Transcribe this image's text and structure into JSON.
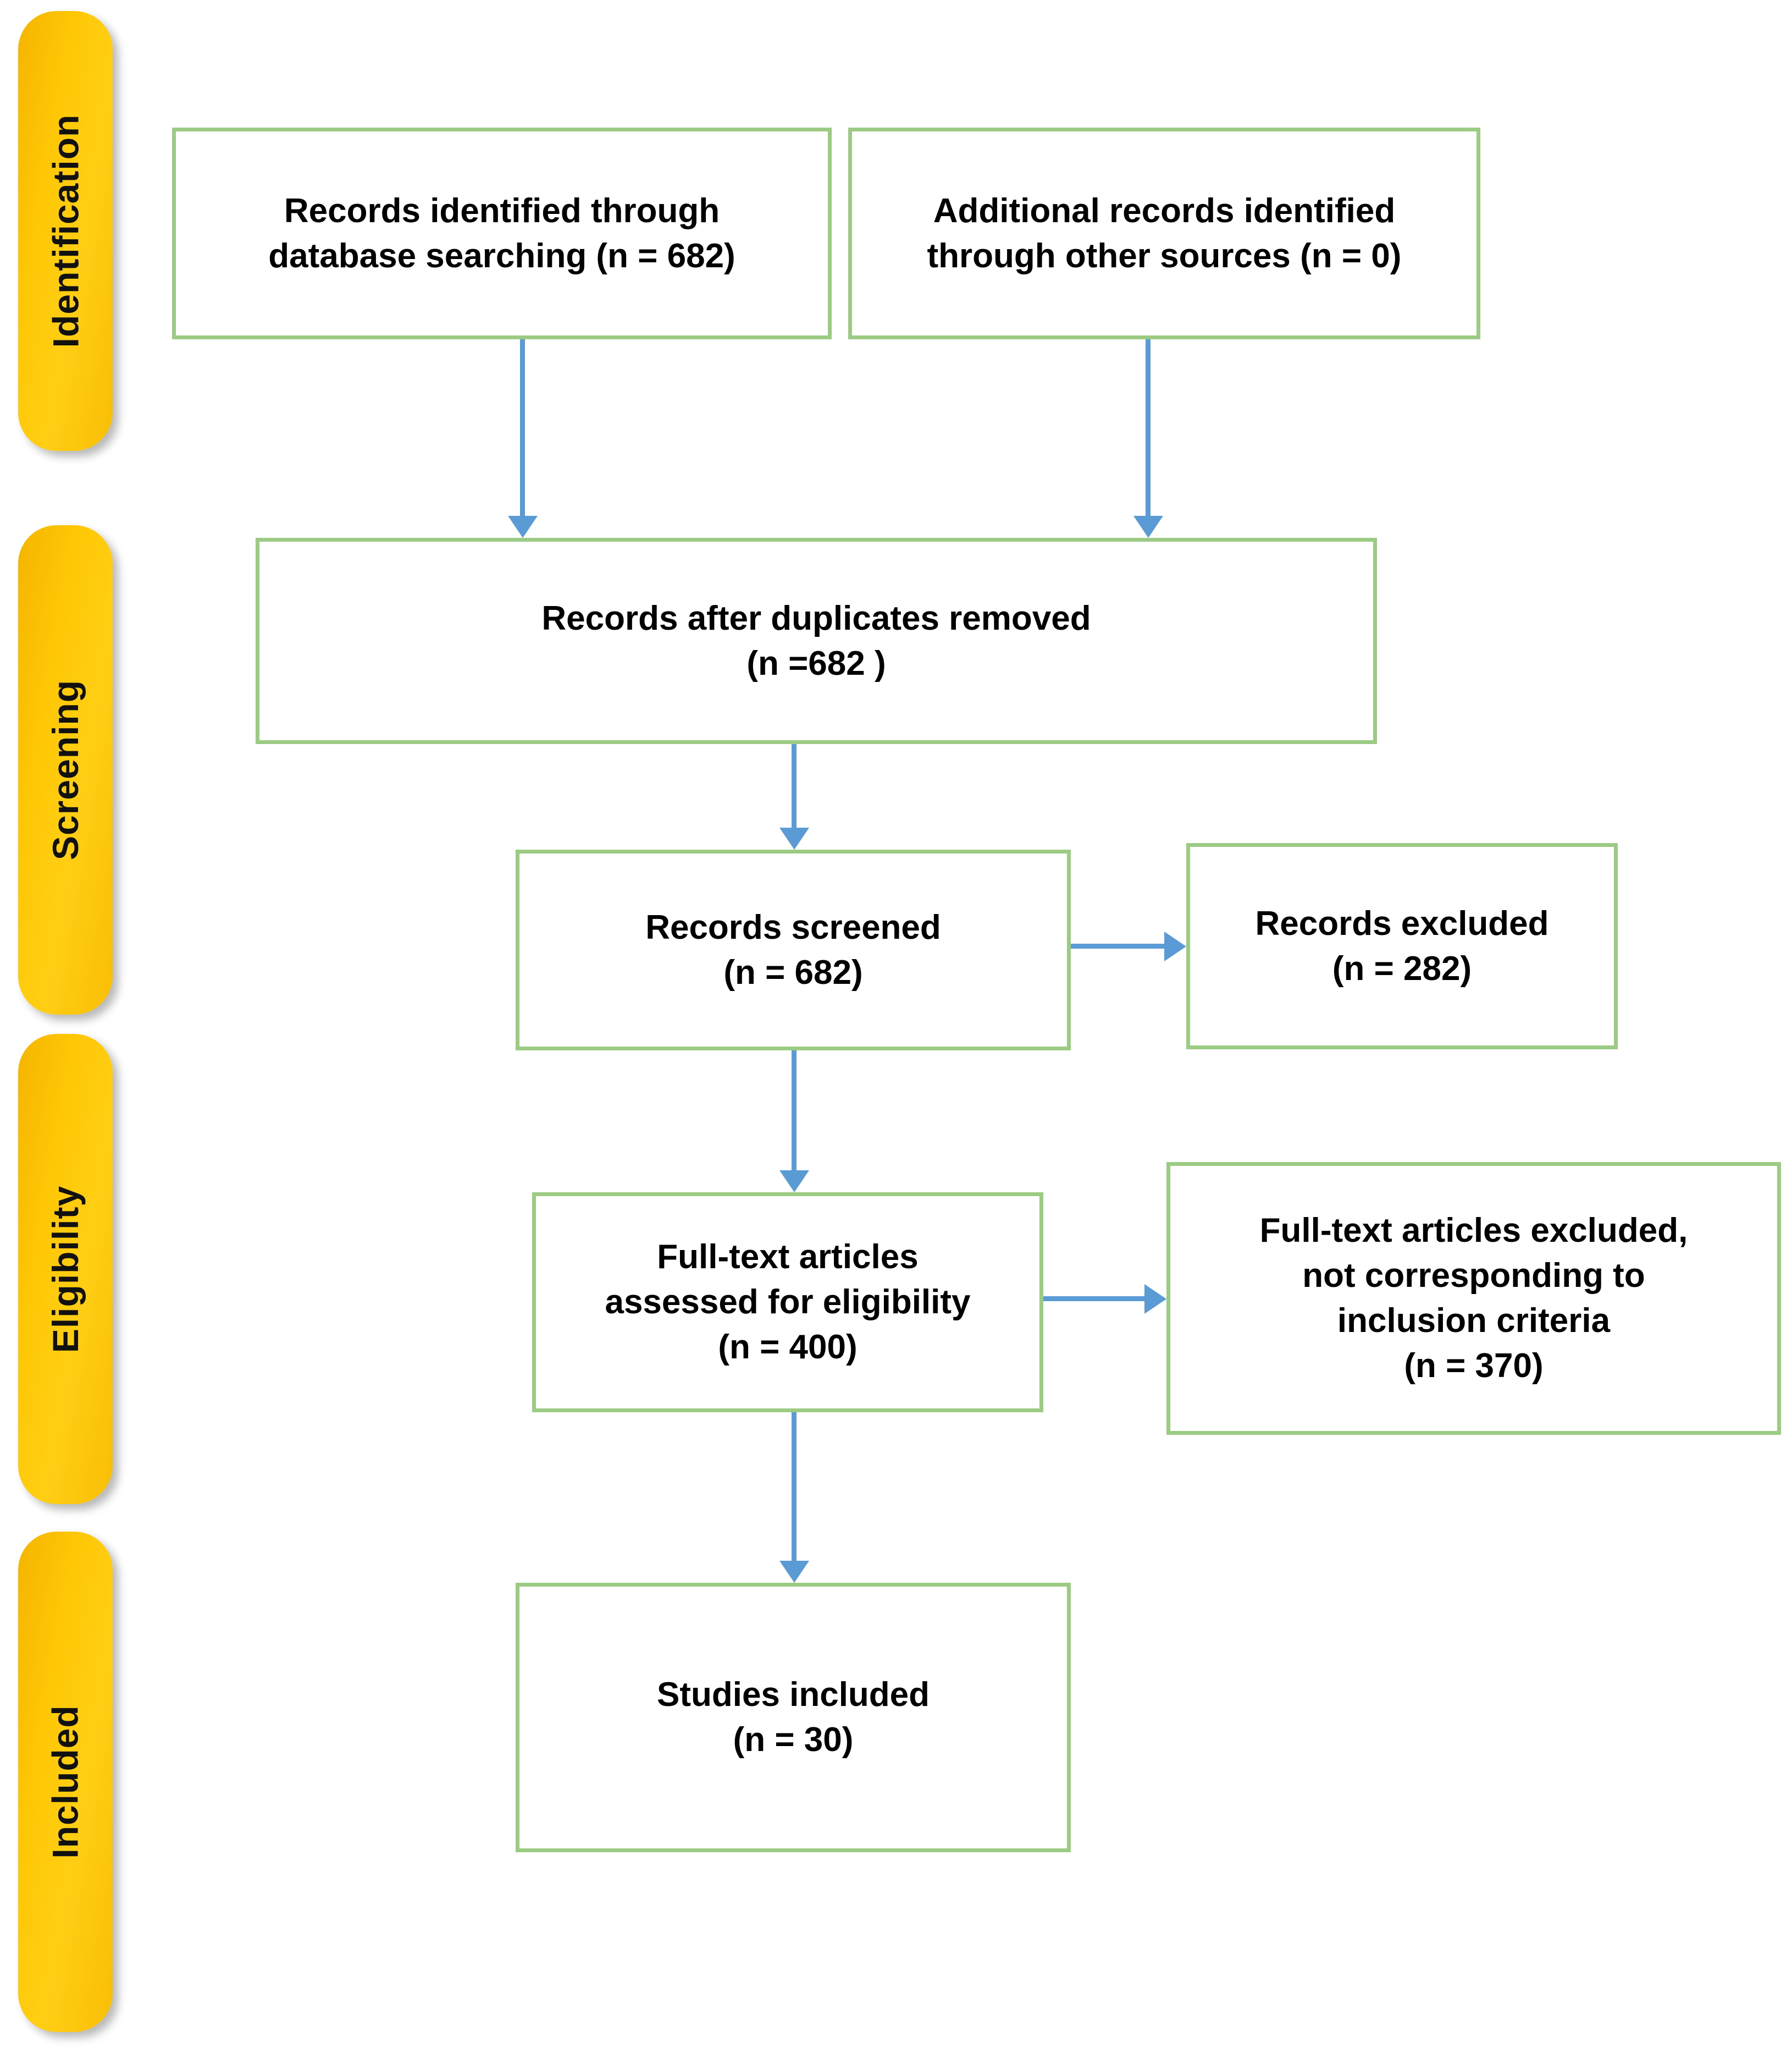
{
  "diagram": {
    "type": "prisma-flow-diagram",
    "colors": {
      "stage_tab_fill": "#FFC806",
      "box_border": "#9CCB84",
      "arrow": "#5B9BD5",
      "box_fill": "#FFFFFF",
      "text": "#000000"
    },
    "stages": [
      {
        "id": "identification",
        "label": "Identification"
      },
      {
        "id": "screening",
        "label": "Screening"
      },
      {
        "id": "eligibility",
        "label": "Eligibility"
      },
      {
        "id": "included",
        "label": "Included"
      }
    ],
    "boxes": [
      {
        "id": "records-identified-database",
        "stage": "identification",
        "text": "Records identified through\ndatabase searching (n = 682)",
        "count": 682
      },
      {
        "id": "additional-records-other-sources",
        "stage": "identification",
        "text": "Additional records identified\nthrough other sources (n = 0)",
        "count": 0
      },
      {
        "id": "records-after-duplicates-removed",
        "stage": "screening",
        "text": "Records after duplicates removed\n(n =682 )",
        "count": 682
      },
      {
        "id": "records-screened",
        "stage": "screening",
        "text": "Records screened\n(n = 682)",
        "count": 682
      },
      {
        "id": "records-excluded",
        "stage": "screening",
        "text": "Records excluded\n(n = 282)",
        "count": 282
      },
      {
        "id": "full-text-assessed",
        "stage": "eligibility",
        "text": "Full-text articles\nassessed for eligibility\n(n = 400)",
        "count": 400
      },
      {
        "id": "full-text-excluded",
        "stage": "eligibility",
        "text": "Full-text articles excluded,\nnot corresponding to\ninclusion criteria\n(n = 370)",
        "count": 370
      },
      {
        "id": "studies-included",
        "stage": "included",
        "text": "Studies included\n(n = 30)",
        "count": 30
      }
    ],
    "connections": [
      {
        "from": "records-identified-database",
        "to": "records-after-duplicates-removed",
        "direction": "down"
      },
      {
        "from": "additional-records-other-sources",
        "to": "records-after-duplicates-removed",
        "direction": "down"
      },
      {
        "from": "records-after-duplicates-removed",
        "to": "records-screened",
        "direction": "down"
      },
      {
        "from": "records-screened",
        "to": "records-excluded",
        "direction": "right"
      },
      {
        "from": "records-screened",
        "to": "full-text-assessed",
        "direction": "down"
      },
      {
        "from": "full-text-assessed",
        "to": "full-text-excluded",
        "direction": "right"
      },
      {
        "from": "full-text-assessed",
        "to": "studies-included",
        "direction": "down"
      }
    ]
  }
}
